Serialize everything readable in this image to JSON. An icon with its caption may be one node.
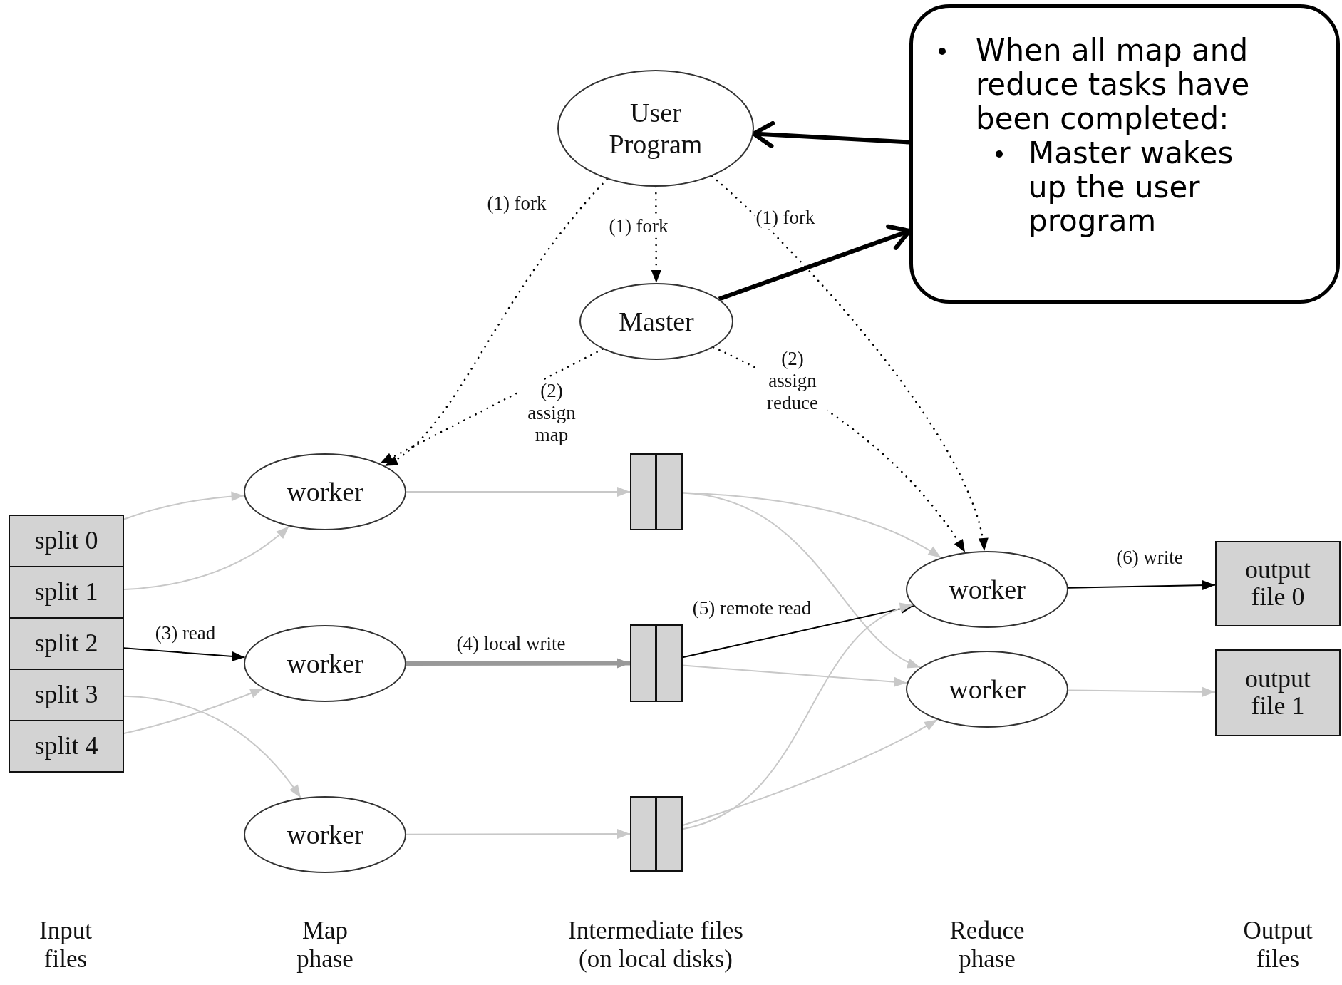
{
  "diagram": {
    "nodes": [
      {
        "text": [
          "User Program"
        ]
      },
      {
        "text": [
          "Master"
        ]
      },
      {
        "text": [
          "worker"
        ]
      },
      {
        "text": [
          "worker"
        ]
      },
      {
        "text": [
          "worker"
        ]
      },
      {
        "text": [
          "split 0"
        ]
      },
      {
        "text": [
          "split 1"
        ]
      },
      {
        "text": [
          "split 2"
        ]
      },
      {
        "text": [
          "split 3"
        ]
      },
      {
        "text": [
          "split 4"
        ]
      },
      {
        "text": [],
        "shape": "box"
      },
      {
        "text": [],
        "shape": "box"
      },
      {
        "text": [],
        "shape": "box"
      },
      {
        "text": [
          "worker"
        ]
      },
      {
        "text": [
          "worker"
        ]
      },
      {
        "text": [
          "output file 0"
        ]
      },
      {
        "text": [
          "output file 1"
        ]
      },
      {
        "text": [
          "When all map and reduce tasks have been completed:",
          "Master wakes up the user program"
        ]
      }
    ],
    "edges": [
      {
        "from": 0,
        "to": 2,
        "label": "(1) fork",
        "arrow": "to",
        "style": "dashed",
        "color": "#000000"
      },
      {
        "from": 0,
        "to": 1,
        "label": "(1) fork",
        "arrow": "to",
        "style": "dashed",
        "color": "#000000"
      },
      {
        "from": 0,
        "to": 13,
        "label": "(1) fork",
        "arrow": "to",
        "style": "dashed",
        "color": "#000000"
      },
      {
        "from": 1,
        "to": 2,
        "label": "(2) assign map",
        "arrow": "to",
        "style": "dashed",
        "color": "#000000"
      },
      {
        "from": 1,
        "to": 13,
        "label": "(2) assign reduce",
        "arrow": "to",
        "style": "dashed",
        "color": "#000000"
      },
      {
        "from": 5,
        "to": 2,
        "arrow": "to"
      },
      {
        "from": 6,
        "to": 2,
        "arrow": "to"
      },
      {
        "from": 7,
        "to": 3,
        "label": "(3) read",
        "arrow": "to",
        "color": "#000000"
      },
      {
        "from": 8,
        "to": 4,
        "arrow": "to"
      },
      {
        "from": 9,
        "to": 3,
        "arrow": "to"
      },
      {
        "from": 2,
        "to": 10,
        "arrow": "to"
      },
      {
        "from": 3,
        "to": 11,
        "label": "(4) local write",
        "arrow": "to",
        "style": "thick",
        "color": "#999999"
      },
      {
        "from": 4,
        "to": 12,
        "arrow": "to"
      },
      {
        "from": 10,
        "to": 13,
        "arrow": "to"
      },
      {
        "from": 10,
        "to": 14,
        "arrow": "to"
      },
      {
        "from": 11,
        "to": 13,
        "label": "(5) remote read",
        "arrow": "to",
        "color": "#000000"
      },
      {
        "from": 11,
        "to": 14,
        "arrow": "to"
      },
      {
        "from": 12,
        "to": 13,
        "arrow": "to"
      },
      {
        "from": 12,
        "to": 14,
        "arrow": "to"
      },
      {
        "from": 13,
        "to": 15,
        "label": "(6) write",
        "arrow": "to",
        "color": "#000000"
      },
      {
        "from": 14,
        "to": 16,
        "arrow": "to"
      },
      {
        "from": 17,
        "to": 0,
        "arrow": "to",
        "style": "thick",
        "color": "#000000"
      },
      {
        "from": 1,
        "to": 17,
        "arrow": "to",
        "style": "thick",
        "color": "#000000"
      }
    ],
    "labels": [
      "Input files",
      "Map phase",
      "Intermediate files (on local disks)",
      "Reduce phase",
      "Output files"
    ]
  }
}
